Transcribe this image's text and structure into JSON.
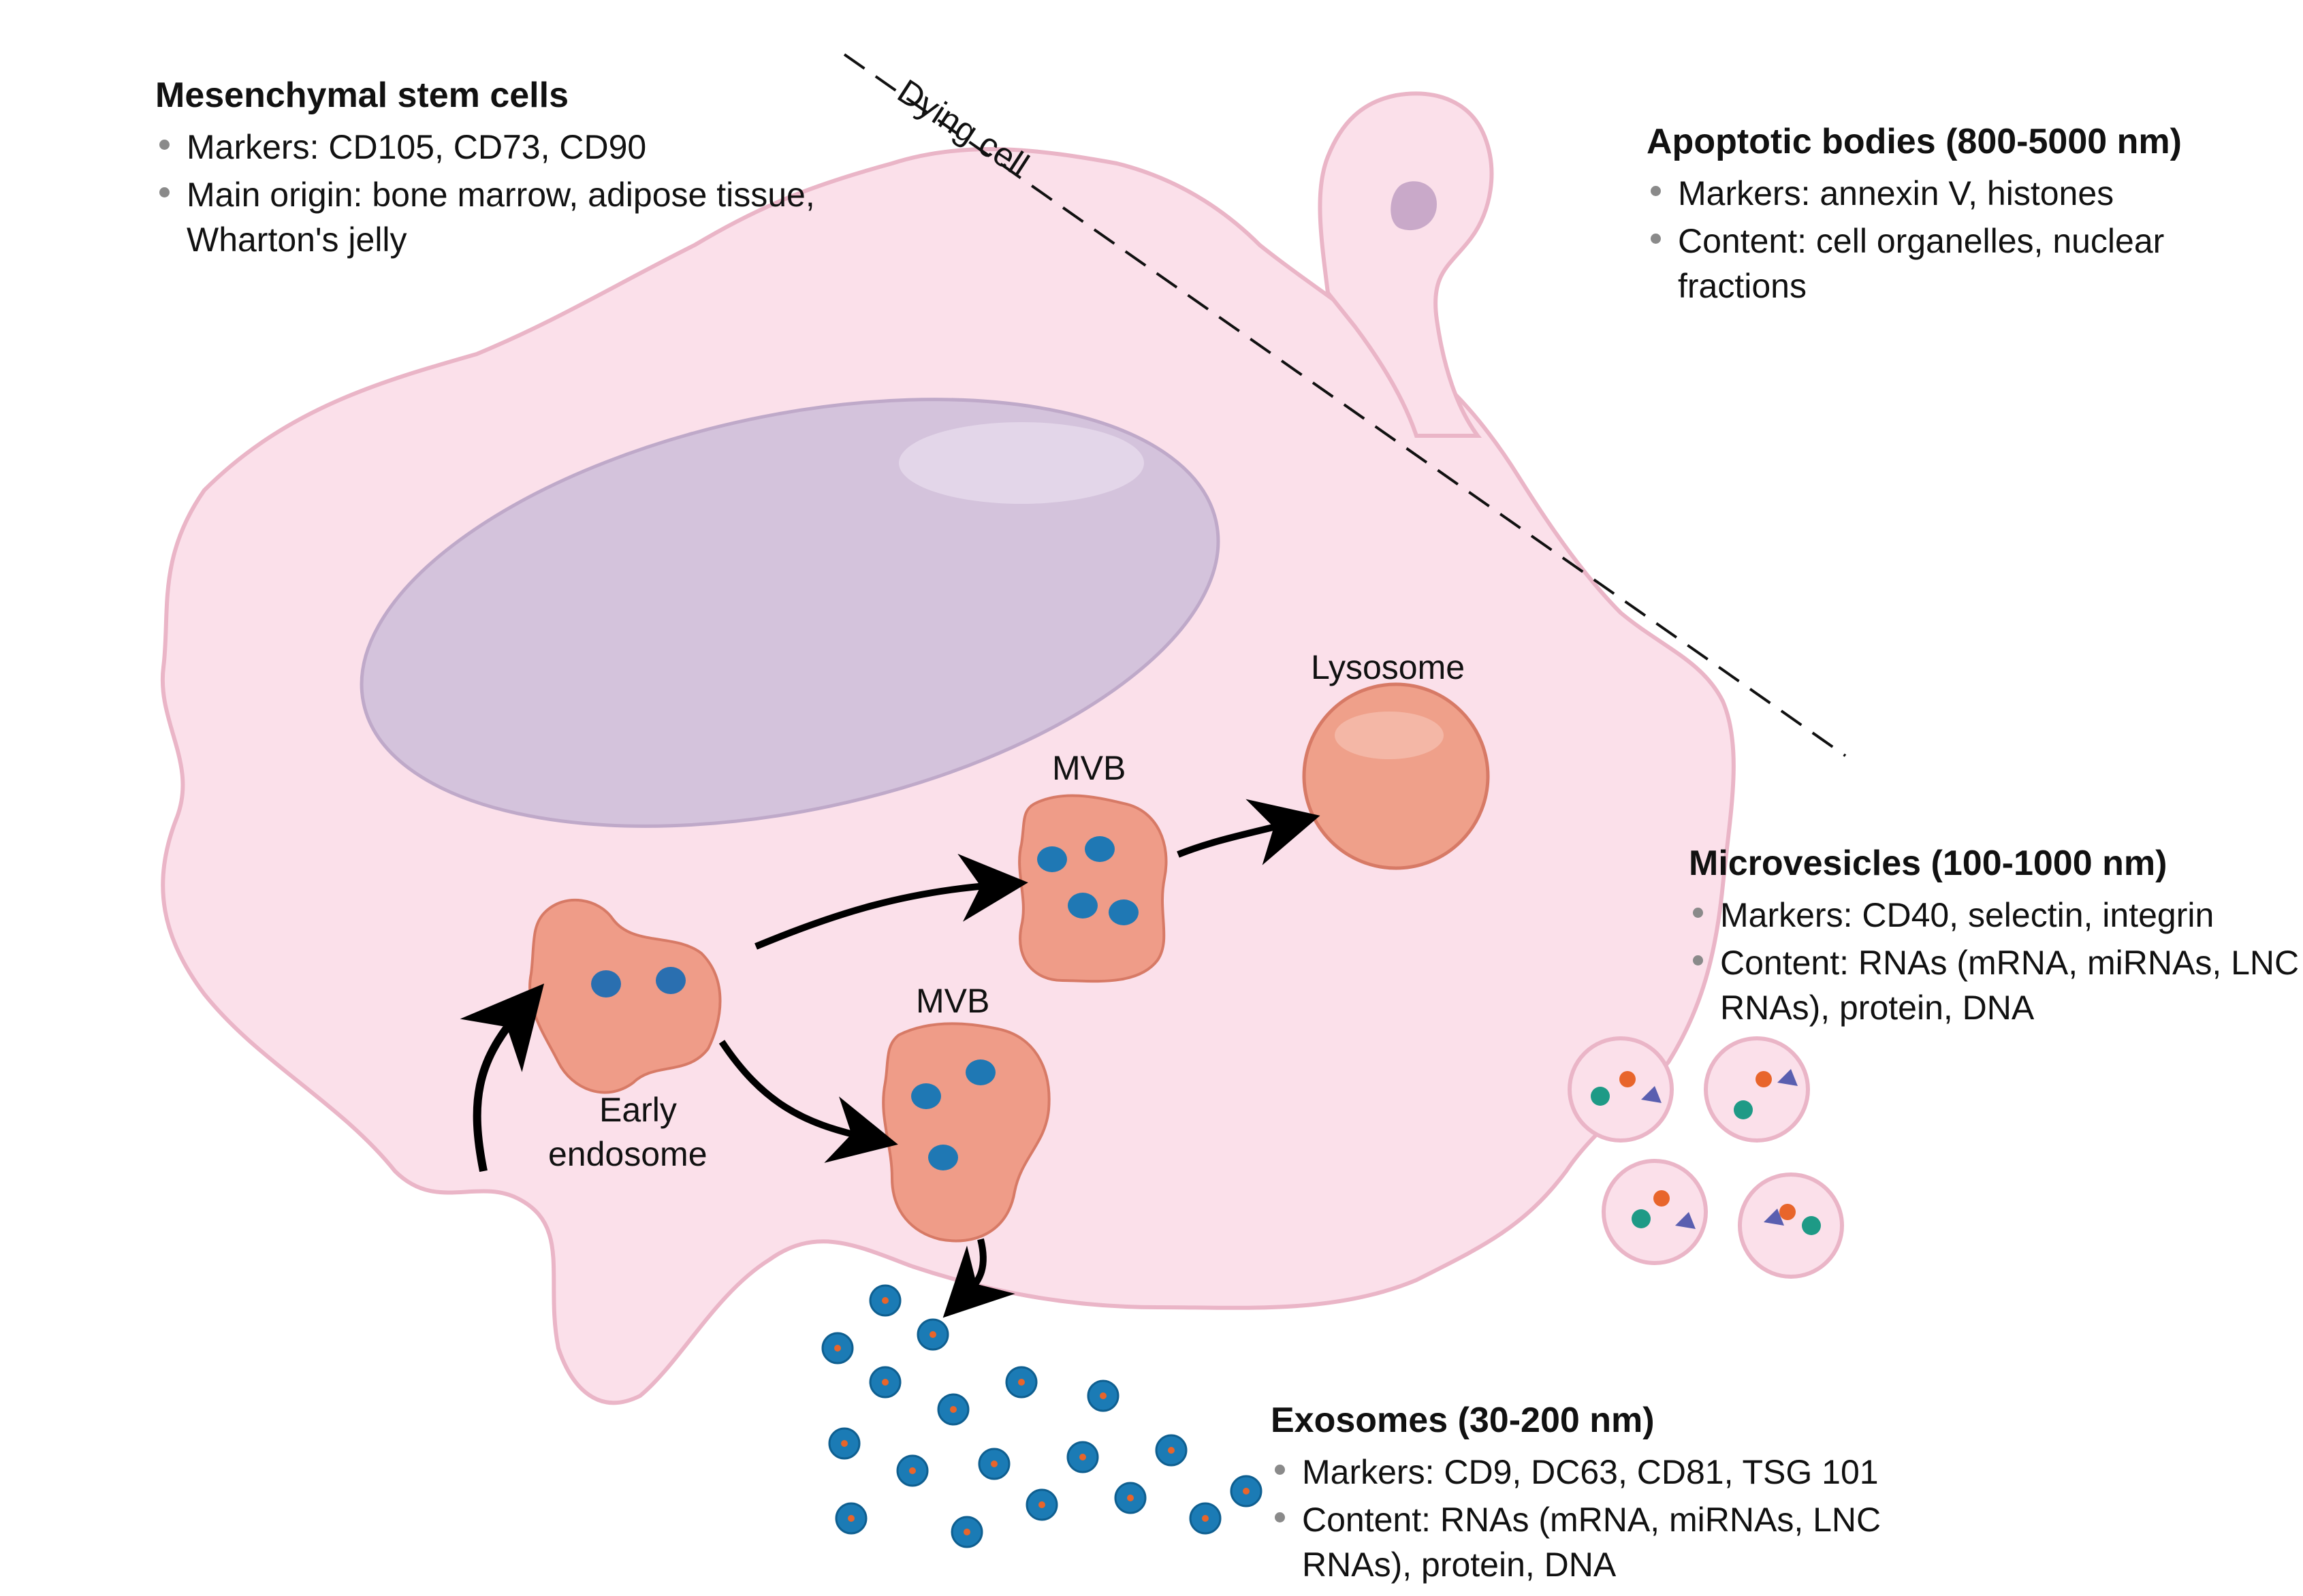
{
  "msc": {
    "title": "Mesenchymal stem cells",
    "bullets": [
      "Markers: CD105, CD73, CD90",
      "Main origin: bone marrow, adipose tissue, Wharton's jelly"
    ]
  },
  "apoptotic": {
    "title": "Apoptotic bodies (800-5000 nm)",
    "bullets": [
      "Markers: annexin V, histones",
      "Content: cell organelles, nuclear fractions"
    ]
  },
  "microvesicles": {
    "title": "Microvesicles (100-1000 nm)",
    "bullets": [
      "Markers: CD40, selectin, integrin",
      "Content: RNAs (mRNA, miRNAs, LNC RNAs), protein, DNA"
    ]
  },
  "exosomes": {
    "title": "Exosomes (30-200 nm)",
    "bullets": [
      "Markers: CD9, DC63, CD81, TSG 101",
      "Content: RNAs (mRNA, miRNAs, LNC RNAs), protein, DNA"
    ]
  },
  "labels": {
    "dying_cell": "Dying cell",
    "lysosome": "Lysosome",
    "mvb_upper": "MVB",
    "mvb_lower": "MVB",
    "early_endosome_1": "Early",
    "early_endosome_2": "endosome"
  },
  "colors": {
    "cell_fill": "#fbe0ea",
    "cell_stroke": "#eab5c7",
    "nucleus": "#d4c3dc",
    "endosome": "#ef9c88",
    "lysosome": "#efa08a",
    "vesicle_blue": "#1f78b4",
    "exosome": "#1b7bb5",
    "apoptotic_core": "#c9a9c9"
  }
}
